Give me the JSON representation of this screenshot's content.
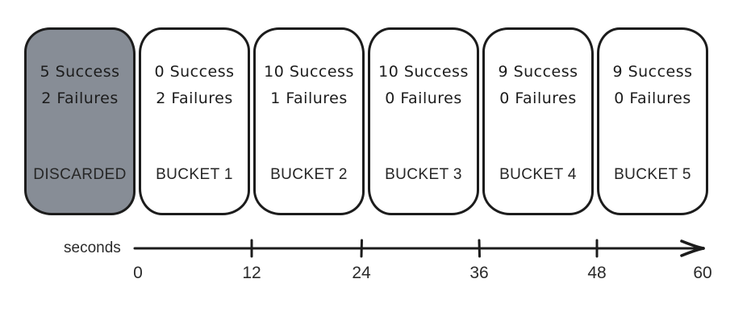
{
  "colors": {
    "background": "#ffffff",
    "stroke": "#1c1c1c",
    "discarded_fill": "#878d96",
    "bucket_fill": "#ffffff"
  },
  "buckets": [
    {
      "success": "5 Success",
      "failures": "2 Failures",
      "label": "DISCARDED",
      "discarded": true
    },
    {
      "success": "0 Success",
      "failures": "2 Failures",
      "label": "BUCKET 1",
      "discarded": false
    },
    {
      "success": "10 Success",
      "failures": "1 Failures",
      "label": "BUCKET 2",
      "discarded": false
    },
    {
      "success": "10 Success",
      "failures": "0 Failures",
      "label": "BUCKET 3",
      "discarded": false
    },
    {
      "success": "9 Success",
      "failures": "0 Failures",
      "label": "BUCKET 4",
      "discarded": false
    },
    {
      "success": "9 Success",
      "failures": "0 Failures",
      "label": "BUCKET 5",
      "discarded": false
    }
  ],
  "axis": {
    "label": "seconds",
    "tick_labels": [
      "0",
      "12",
      "24",
      "36",
      "48",
      "60"
    ]
  }
}
